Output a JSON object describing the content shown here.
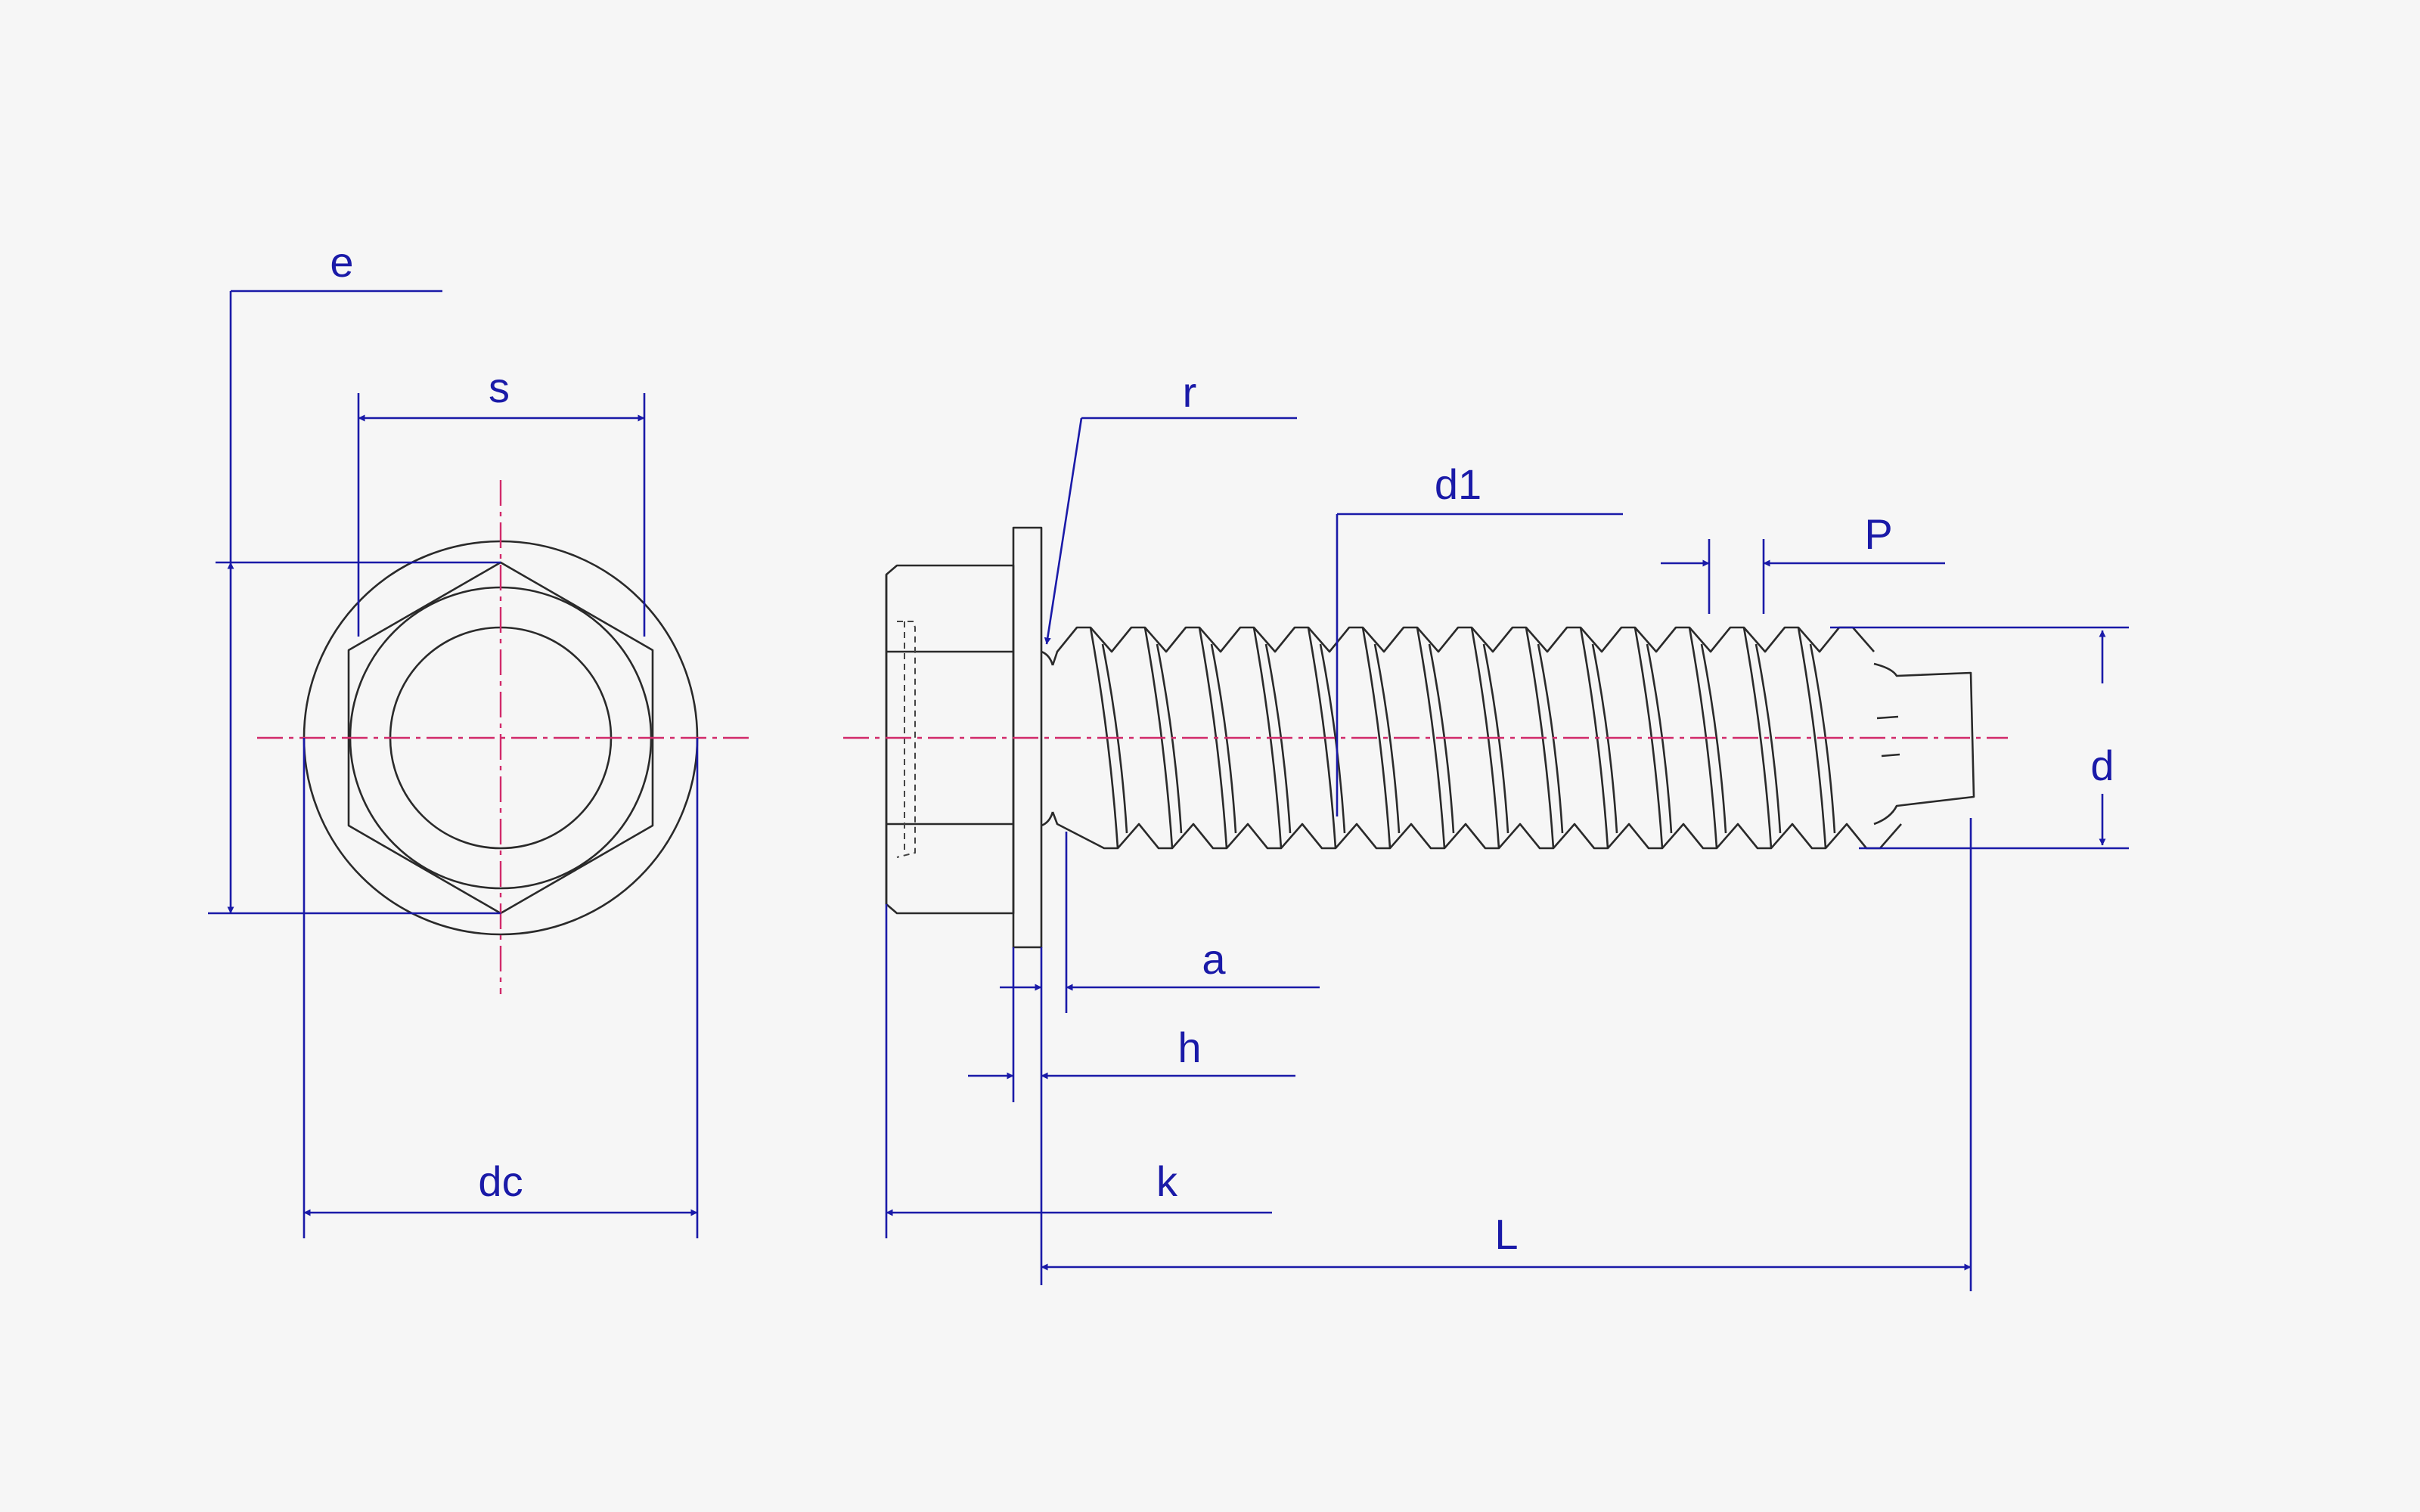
{
  "colors": {
    "background": "#f6f6f6",
    "outline": "#2a2a2a",
    "dimension": "#1a1aa8",
    "centerline": "#d12a6a"
  },
  "views": {
    "end_view": {
      "labels": {
        "e": "e",
        "s": "s",
        "dc": "dc"
      }
    },
    "side_view": {
      "labels": {
        "r": "r",
        "d1": "d1",
        "P": "P",
        "d": "d",
        "a": "a",
        "h": "h",
        "k": "k",
        "L": "L"
      }
    }
  }
}
